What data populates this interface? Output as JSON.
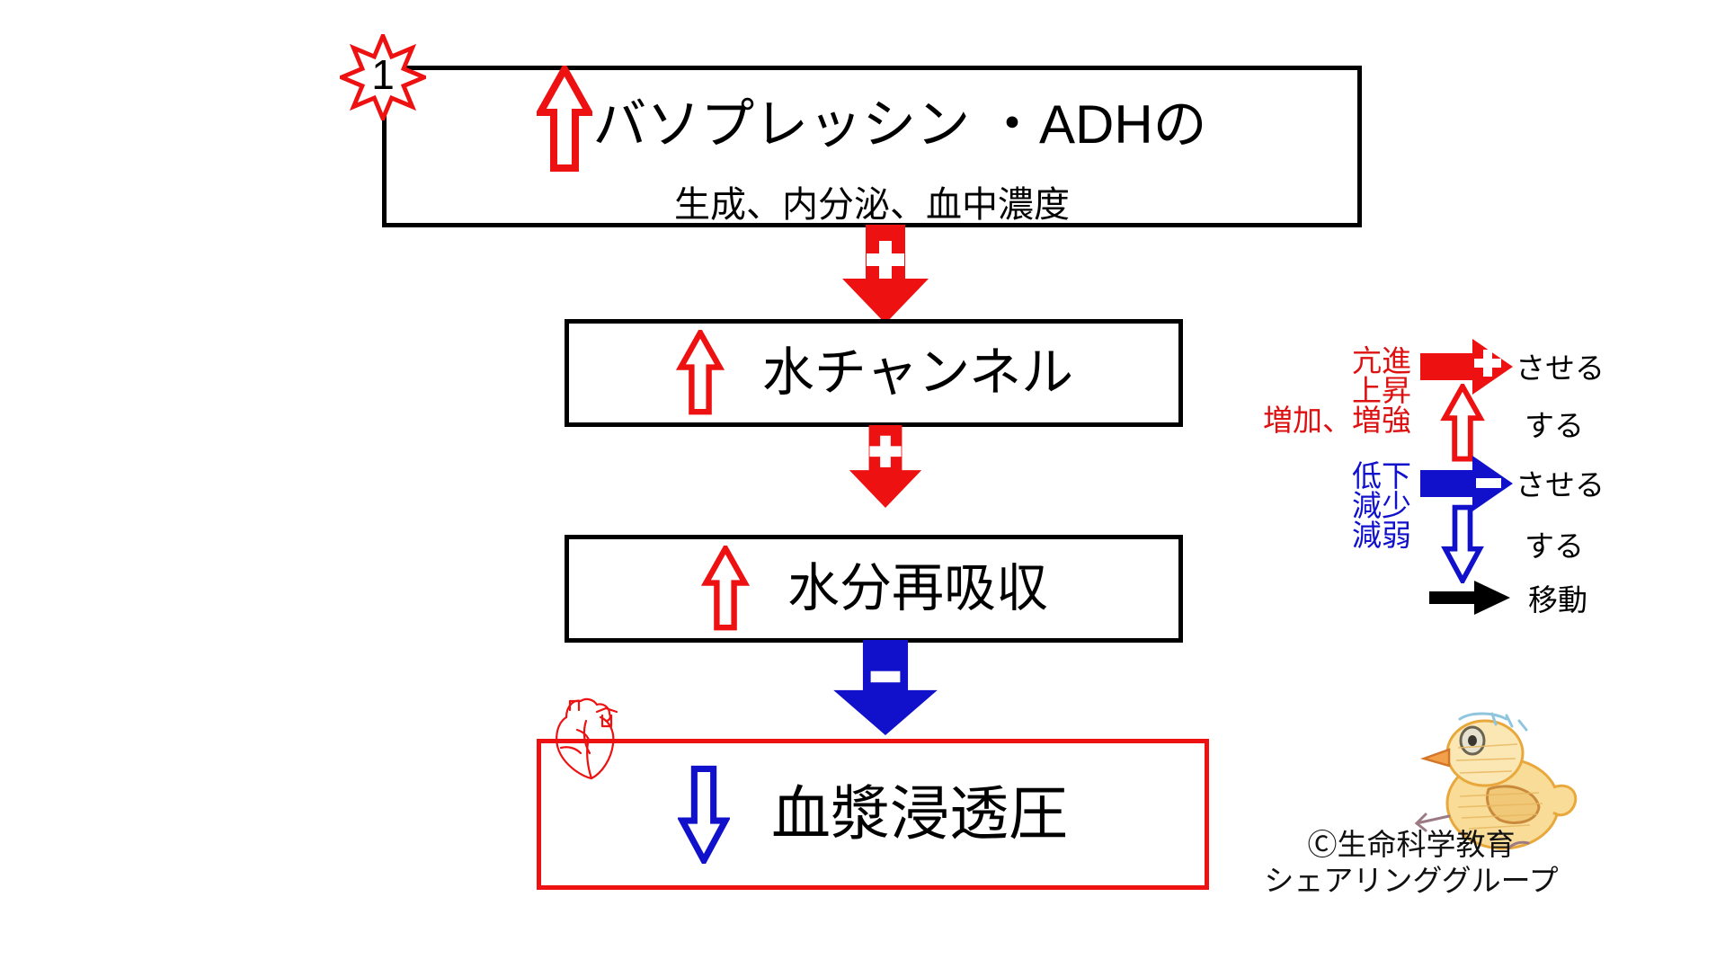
{
  "diagram": {
    "title_number": "1",
    "boxes": [
      {
        "id": "vasopressin",
        "title": "バソプレッシン ・ADHの",
        "subtitle": "生成、内分泌、血中濃度",
        "arrow_icon": "red-hollow-up-arrow",
        "border_color": "#000000"
      },
      {
        "id": "water-channel",
        "label": "水チャンネル",
        "arrow_icon": "red-hollow-up-arrow",
        "border_color": "#000000"
      },
      {
        "id": "water-reabsorption",
        "label": "水分再吸収",
        "arrow_icon": "red-hollow-up-arrow",
        "border_color": "#000000"
      },
      {
        "id": "plasma-osmolality",
        "label": "血漿浸透圧",
        "arrow_icon": "blue-hollow-down-arrow",
        "border_color": "#ee1111"
      }
    ],
    "connectors": [
      {
        "id": "vasopressin-to-channel",
        "sign": "+",
        "color": "#ee1111",
        "icon": "red-plus-down-arrow"
      },
      {
        "id": "channel-to-reabsorption",
        "sign": "+",
        "color": "#ee1111",
        "icon": "red-plus-down-arrow"
      },
      {
        "id": "reabsorption-to-osmolality",
        "sign": "−",
        "color": "#1111cc",
        "icon": "blue-minus-down-arrow"
      }
    ]
  },
  "legend": {
    "increase_terms": "亢進\n上昇\n増加、増強",
    "decrease_terms": "低下\n減少\n減弱",
    "increase_color": "#dd1111",
    "decrease_color": "#1111cc",
    "rows": [
      {
        "id": "increase-causative",
        "icon": "red-plus-right-arrow",
        "verb": "させる"
      },
      {
        "id": "increase-intransitive",
        "icon": "red-hollow-up-arrow",
        "verb": "する"
      },
      {
        "id": "decrease-causative",
        "icon": "blue-minus-right-arrow",
        "verb": "させる"
      },
      {
        "id": "decrease-intransitive",
        "icon": "blue-hollow-down-arrow",
        "verb": "する"
      },
      {
        "id": "movement",
        "icon": "black-right-arrow",
        "verb": "移動"
      }
    ]
  },
  "credit": {
    "line1": "Ⓒ生命科学教育",
    "line2": "シェアリンググループ"
  },
  "decorations": {
    "heart": "heart-anatomy-icon",
    "mascot": "chick-mascot-icon"
  }
}
